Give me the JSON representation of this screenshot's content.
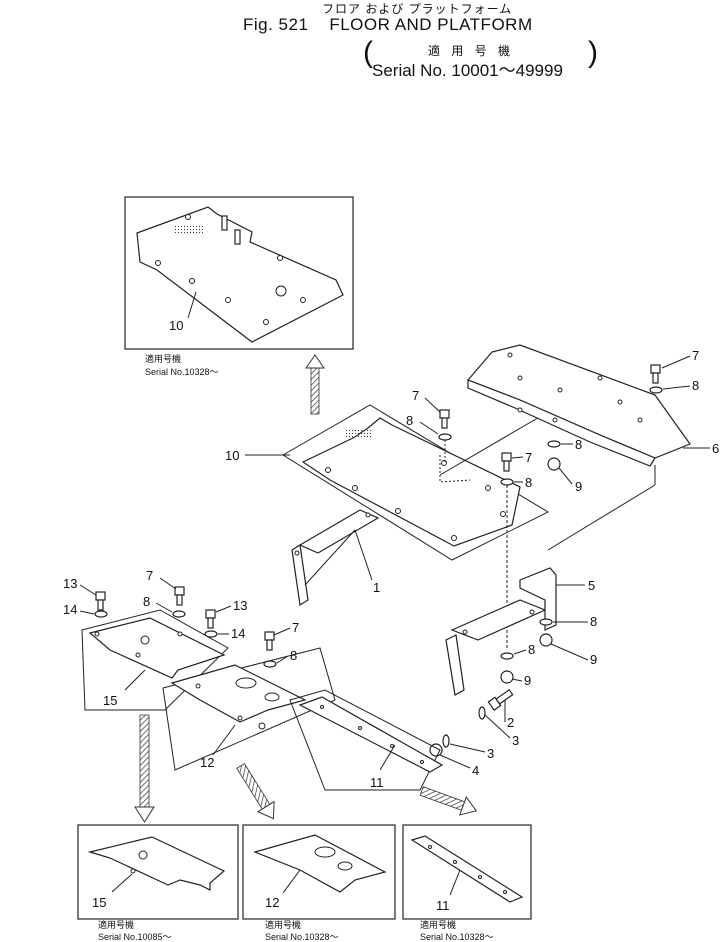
{
  "header": {
    "title_jp": "フロア および プラットフォーム",
    "figure": "Fig. 521",
    "title": "FLOOR AND PLATFORM",
    "serial_jp": "適 用 号 機",
    "serial": "Serial No. 10001～49999"
  },
  "callouts": {
    "c1": "1",
    "c2": "2",
    "c3": "3",
    "c4": "4",
    "c5": "5",
    "c6": "6",
    "c7": "7",
    "c8": "8",
    "c9": "9",
    "c10": "10",
    "c11": "11",
    "c12": "12",
    "c13": "13",
    "c14": "14",
    "c15": "15"
  },
  "insets": {
    "top": {
      "part": "10",
      "caption_jp": "適用号機",
      "caption": "Serial No.10328～"
    },
    "left": {
      "part": "15",
      "caption_jp": "適用号機",
      "caption": "Serial No.10085～"
    },
    "middle": {
      "part": "12",
      "caption_jp": "適用号機",
      "caption": "Serial No.10328～"
    },
    "right": {
      "part": "11",
      "caption_jp": "適用号機",
      "caption": "Serial No.10328～"
    }
  }
}
